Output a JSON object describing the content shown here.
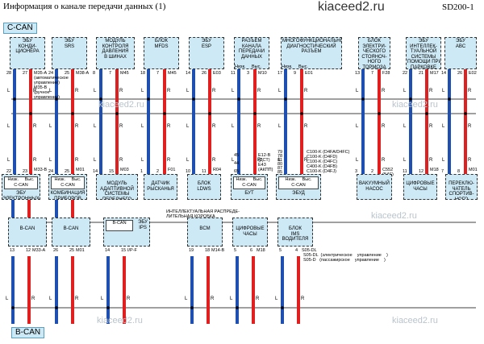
{
  "header": {
    "title": "Информация    о канале    передачи    данных    (1)",
    "site": "kiaceed2.ru",
    "code": "SD200-1"
  },
  "bus": {
    "top_label": "C-CAN",
    "bottom_label": "B-CAN"
  },
  "watermark": "kiaceed2.ru",
  "colors": {
    "low_wire": "#1f4fb0",
    "high_wire": "#e02020",
    "box_fill": "#cde9f5"
  },
  "wire_letters": {
    "low": "L",
    "high": "R"
  },
  "top_modules": [
    {
      "name": "ЭБУ\nКОНДИ-\nЦИОНЕРА",
      "pins": [
        "28",
        "27"
      ],
      "conn": "M35-A\n(автоматическое\nуправление)\nM35-B\n(ручное\nуправление)",
      "bottom_pins": [
        "22",
        "23"
      ],
      "bottom_conn": "M33-B"
    },
    {
      "name": "ЭБУ\nSRS",
      "pins": [
        "24",
        "25"
      ],
      "conn": "M38-A",
      "bottom_pins": [
        "24",
        "25"
      ],
      "bottom_conn": "M01"
    },
    {
      "name": "МОДУЛЬ\nКОНТРОЛЯ\nДАВЛЕНИЯ\nВ ШИНАХ",
      "pins": [
        "8",
        "7"
      ],
      "conn": "M45",
      "bottom_pins": [
        "14",
        "15"
      ],
      "bottom_conn": "M03"
    },
    {
      "name": "БЛОК\nMFDS",
      "pins": [
        "18",
        "7"
      ],
      "conn": "M45",
      "bottom_pins": [
        "1",
        "2"
      ],
      "bottom_conn": "F01"
    },
    {
      "name": "ЭБУ\nESP",
      "pins": [
        "14",
        "26"
      ],
      "conn": "E03",
      "bottom_pins": [
        "10",
        "11"
      ],
      "bottom_conn": "R04"
    },
    {
      "name": "РАЗЪЕМ\nКАНАЛА\nПЕРЕДАЧИ\nДАННЫХ",
      "pins": [
        "11",
        "3"
      ],
      "conn": "M10",
      "sub": [
        "Низк.",
        "Выс."
      ]
    },
    {
      "name": "МНОГОФУНКЦИОНАЛЬНЫЙ\nДИАГНОСТИЧЕСКИЙ\nРАЗЪЕМ",
      "pins": [
        "17",
        "9"
      ],
      "conn": "E01",
      "sub": [
        "Низк.",
        "Выс."
      ]
    },
    {
      "name": "БЛОК\nЭЛЕКТРИ-\nЧЕСКОГО\nСТОЯНОЧ-\nНОГО\nТОРМОЗА",
      "pins": [
        "13",
        "7"
      ],
      "conn": "F28",
      "bottom_pins": [
        "3",
        "2"
      ],
      "bottom_conn": "C552\n(БАГ)"
    },
    {
      "name": "ЭБУ\nИНТЕЛЛЕК-\nТУАЛЬНОЙ\nСИСТЕМЫ\nПОМОЩИ ПРИ\nПАРКОВКЕ",
      "pins": [
        "22",
        "21"
      ],
      "conn": "M17",
      "bottom_pins": [
        "11",
        "12"
      ],
      "bottom_conn": "M18"
    },
    {
      "name": "ЭБУ\nABC",
      "pins": [
        "14",
        "26"
      ],
      "conn": "E02",
      "bottom_pins": [
        "7",
        "8"
      ],
      "bottom_conn": "M01"
    }
  ],
  "mid_boxes": [
    {
      "name": "C-CAN",
      "sub": [
        "Низк.",
        "Выс."
      ],
      "extra": "ЭБУ\nЭЛЕКТРОННЫХ\nКЛЮЧЕЙ"
    },
    {
      "name": "C-CAN",
      "sub": [
        "Низк.",
        "Выс."
      ],
      "extra": "КОМБИНАЦИЯ\nПРИБОРОВ"
    },
    {
      "name": "МОДУЛЬ\nАДАПТИВНОЙ\nСИСТЕМЫ\nПЕРЕДНЕГО\nОСВЕЩЕНИЯ"
    },
    {
      "name": "ДАТЧИК\nРЫСКАНЬЯ"
    },
    {
      "name": "БЛОК\nLDWS"
    },
    {
      "name": "C-CAN",
      "sub": [
        "Низк.",
        "Выс."
      ],
      "extra": "БУТ"
    },
    {
      "name": "C-CAN",
      "sub": [
        "Низк.",
        "Выс."
      ],
      "extra": "ЭБУД"
    },
    {
      "name": "ВАКУУМНЫЙ\nНАСОС"
    },
    {
      "name": "ЦИФРОВЫЕ\nЧАСЫ"
    },
    {
      "name": "ПЕРЕКЛЮ-\nЧАТЕЛЬ\nСПОРТИВ-\nНОГО\nРЕЖИМА"
    }
  ],
  "dlc_pins": {
    "left_pins": [
      "45",
      "44",
      "65"
    ],
    "left_conn": "E12-B\n(ДСТ)\nE43\n(АКПП)",
    "right_pins": [
      "79",
      "78",
      "81",
      "80",
      "87",
      "85"
    ],
    "right_conn": "C100-K (D4FA/D4FC)\nC100-K (D4FD)\nC100-K (D4FC)\nC400-K (D4FB)\nC100-K (D4FJ)"
  },
  "bottom_modules": [
    {
      "name": "B-CAN",
      "pins": [
        "13",
        "12"
      ],
      "conn": "M33-A"
    },
    {
      "name": "B-CAN",
      "pins": [
        "26",
        "25"
      ],
      "conn": "M01"
    },
    {
      "name": "B-CAN",
      "extra": "ЭБУ\nIPS",
      "title": "ИНТЕЛЛЕКТУАЛЬНАЯ РАСПРЕДЕ-\nЛИТЕЛЬНАЯ КОРОБКА",
      "pins": [
        "14",
        "15"
      ],
      "conn": "I/P-F"
    },
    {
      "name": "BCM",
      "pins": [
        "19",
        "18"
      ],
      "conn": "M14-B"
    },
    {
      "name": "ЦИФРОВЫЕ\nЧАСЫ",
      "pins": [
        "5",
        "6"
      ],
      "conn": "M18"
    },
    {
      "name": "БЛОК\nIMS\nВОДИТЕЛЯ",
      "pins": [
        "5",
        "4"
      ],
      "conn": "S05-DL",
      "note": "S05-DL  (электрическое    управление    )\nS05-D   (пассажирское    управление    )"
    }
  ]
}
